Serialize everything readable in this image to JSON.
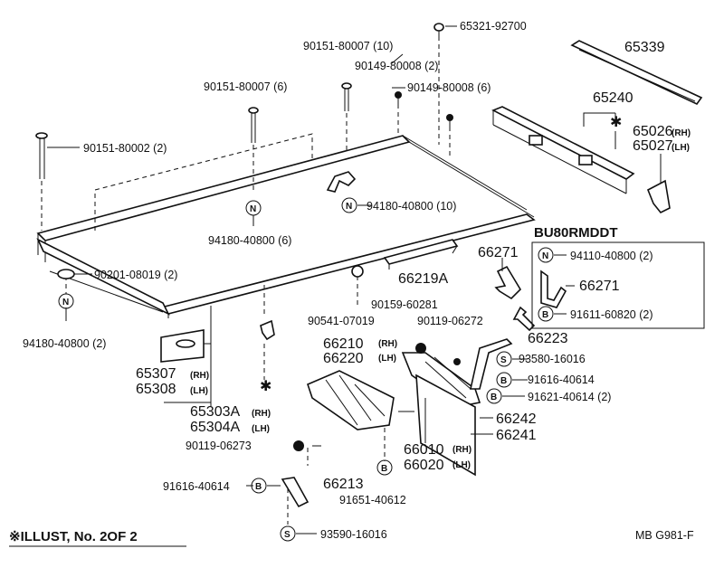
{
  "labels": {
    "p65321": "65321-92700",
    "p65339": "65339",
    "p90151_80007_10": "90151-80007 (10)",
    "p90149_80008_2": "90149-80008 (2)",
    "p90151_80007_6": "90151-80007 (6)",
    "p90149_80008_6": "90149-80008 (6)",
    "p65240": "65240",
    "p65026": "65026",
    "p65027": "65027",
    "rh": "(RH)",
    "lh": "(LH)",
    "p90151_80002": "90151-80002 (2)",
    "p94180_40800_10": "94180-40800 (10)",
    "p94180_40800_6": "94180-40800 (6)",
    "p90201": "90201-08019 (2)",
    "p94180_40800_2": "94180-40800 (2)",
    "p66219A": "66219A",
    "p66271": "66271",
    "p90159": "90159-60281",
    "p90541": "90541-07019",
    "p90119_06272": "90119-06272",
    "p65307": "65307",
    "p65308": "65308",
    "p66210": "66210",
    "p66220": "66220",
    "p66223": "66223",
    "p93580": "93580-16016",
    "p91616_a": "91616-40614",
    "p91621": "91621-40614 (2)",
    "p65303A": "65303A",
    "p65304A": "65304A",
    "p66242": "66242",
    "p66241": "66241",
    "p90119_06273": "90119-06273",
    "p66010": "66010",
    "p66020": "66020",
    "p91616_b": "91616-40614",
    "p66213": "66213",
    "p91651": "91651-40612",
    "p93590": "93590-16016",
    "box_title": "BU80RMDDT",
    "box_p94110": "94110-40800 (2)",
    "box_p66271": "66271",
    "box_p91611": "91611-60820 (2)",
    "sym_n": "N",
    "sym_b": "B",
    "sym_s": "S",
    "illust": "※ILLUST, No. 2OF 2",
    "code": "MB G981-F"
  }
}
